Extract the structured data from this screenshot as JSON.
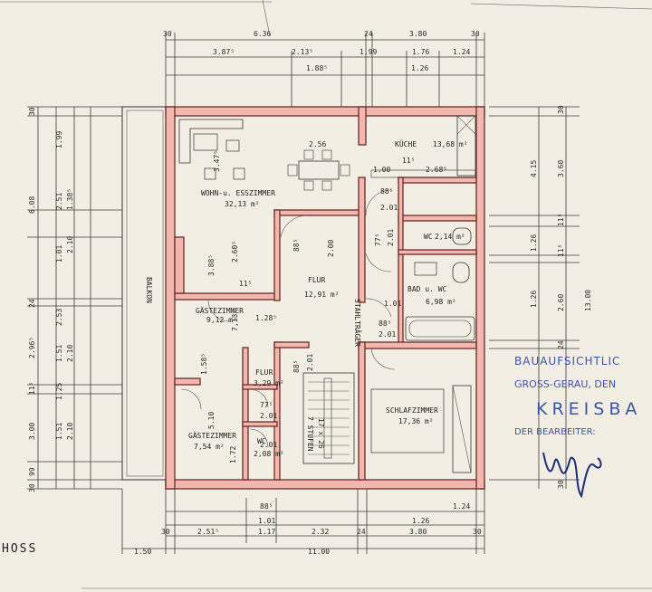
{
  "rooms": {
    "wohn_ess": {
      "name": "WOHN-u. ESSZIMMER",
      "area": "32,13 m²"
    },
    "kueche": {
      "name": "KÜCHE",
      "area": "13,68 m²"
    },
    "wc_top": {
      "name": "WC",
      "area": "2,14 m²"
    },
    "bad_wc": {
      "name": "BAD u. WC",
      "area": "6,98 m²"
    },
    "flur_main": {
      "name": "FLUR",
      "area": "12,91 m²"
    },
    "gaeste1": {
      "name": "GÄSTEZIMMER",
      "area": "9,12 m²"
    },
    "flur_small": {
      "name": "FLUR",
      "area": "3,29 m²"
    },
    "wc_small": {
      "name": "WC",
      "area": "2,08 m²"
    },
    "gaeste2": {
      "name": "GÄSTEZIMMER",
      "area": "7,54 m²"
    },
    "schlaf": {
      "name": "SCHLAFZIMMER",
      "area": "17,36 m²"
    },
    "balkon": {
      "name": "BALKON"
    },
    "stahltraeger": {
      "name": "STAHLTRÄGER"
    },
    "stufen": {
      "name": "7 STUFEN",
      "sub": "17 x 26"
    }
  },
  "dims_top": [
    "30",
    "6.36",
    "24",
    "3.80",
    "30",
    "3.87⁵",
    "2.13⁵",
    "1.99",
    "1.76",
    "1.24",
    "1.88⁵",
    "1.26"
  ],
  "dims_bottom": [
    "88⁵",
    "1.01",
    "1.17",
    "1.24",
    "1.26",
    "30",
    "2.51⁵",
    "2.32",
    "24",
    "3.80",
    "30",
    "1.50",
    "11.00"
  ],
  "dims_left": [
    "30",
    "1.99",
    "2.51",
    "1.01",
    "6.08",
    "1.38⁵",
    "2.10",
    "24",
    "2.53",
    "2.96⁵",
    "1.51",
    "2.10",
    "11⁵",
    "1.25",
    "3.00",
    "1.51",
    "2.10",
    "99",
    "30"
  ],
  "dims_right": [
    "30",
    "4.15",
    "3.60",
    "11⁵",
    "1.26",
    "11⁵",
    "1.26",
    "2.60",
    "13.00",
    "24",
    "30"
  ],
  "dims_inner": [
    "3.47⁵",
    "2.56",
    "1.00",
    "11⁵",
    "2.68⁵",
    "88⁵",
    "2.01",
    "88⁵",
    "2.00",
    "3.88⁵",
    "2.60⁵",
    "77⁵",
    "2.01",
    "1.28⁵",
    "1.58⁵",
    "88⁵",
    "2.01",
    "5.10",
    "1.72",
    "77⁵",
    "2.01",
    "2.01",
    "88⁵",
    "2.01",
    "7,13⁵",
    "11⁵",
    "1.01"
  ],
  "stamp": {
    "line1": "BAUAUFSICHTLIC",
    "line2": "GROSS-GERAU, DEN",
    "line3": "KREISBA",
    "line4": "DER BEARBEITER:"
  },
  "name_fragment": "HOSS"
}
